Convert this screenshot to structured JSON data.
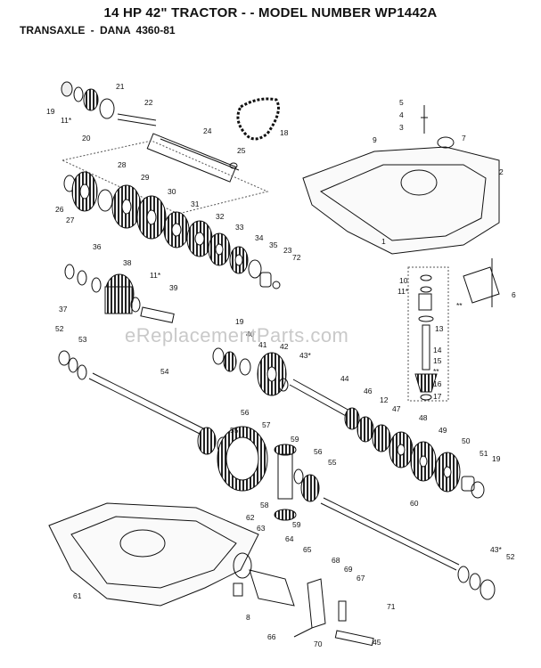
{
  "title": "14 HP 42\" TRACTOR - - MODEL NUMBER WP1442A",
  "subtitle": "TRANSAXLE  - DANA  4360-81",
  "watermark": "eReplacementParts.com",
  "labels": [
    "19",
    "11*",
    "20",
    "21",
    "22",
    "24",
    "25",
    "18",
    "5",
    "4",
    "3",
    "9",
    "7",
    "2",
    "1",
    "28",
    "26",
    "27",
    "29",
    "30",
    "31",
    "32",
    "33",
    "34",
    "35",
    "23",
    "72",
    "36",
    "37",
    "38",
    "11*",
    "39",
    "10",
    "11*",
    "6",
    "**",
    "13",
    "14",
    "15",
    "**",
    "16",
    "17",
    "52",
    "53",
    "54",
    "19",
    "40",
    "41",
    "42",
    "43*",
    "44",
    "46",
    "12",
    "47",
    "48",
    "49",
    "50",
    "51",
    "19",
    "55",
    "56",
    "57",
    "59",
    "56",
    "55",
    "58",
    "59",
    "60",
    "43*",
    "52",
    "62",
    "63",
    "64",
    "65",
    "61",
    "68",
    "69",
    "67",
    "71",
    "8",
    "66",
    "70",
    "45"
  ]
}
